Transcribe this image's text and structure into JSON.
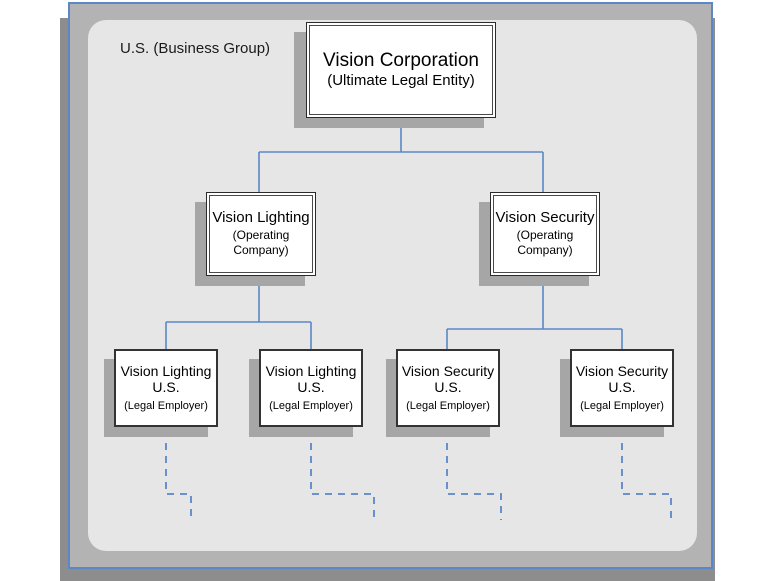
{
  "diagram": {
    "group_label": "U.S. (Business Group)",
    "colors": {
      "frame_border": "#5b87c7",
      "frame_band": "#b3b3b3",
      "frame_shadow": "#8d8d8d",
      "panel_background": "#e6e6e6",
      "connector": "#5b87c7",
      "node_border": "#2b2b2b",
      "node_fill": "#ffffff",
      "node_shadow": "#a6a6a6"
    },
    "nodes": {
      "root": {
        "title": "Vision Corporation",
        "subtitle": "(Ultimate Legal Entity)"
      },
      "ops": [
        {
          "title": "Vision Lighting",
          "subtitle_line1": "(Operating",
          "subtitle_line2": "Company)"
        },
        {
          "title": "Vision Security",
          "subtitle_line1": "(Operating",
          "subtitle_line2": "Company)"
        }
      ],
      "employers": [
        {
          "title_line1": "Vision Lighting",
          "title_line2": "U.S.",
          "subtitle": "(Legal Employer)"
        },
        {
          "title_line1": "Vision Lighting",
          "title_line2": "U.S.",
          "subtitle": "(Legal Employer)"
        },
        {
          "title_line1": "Vision Security",
          "title_line2": "U.S.",
          "subtitle": "(Legal Employer)"
        },
        {
          "title_line1": "Vision Security",
          "title_line2": "U.S.",
          "subtitle": "(Legal Employer)"
        }
      ]
    }
  }
}
